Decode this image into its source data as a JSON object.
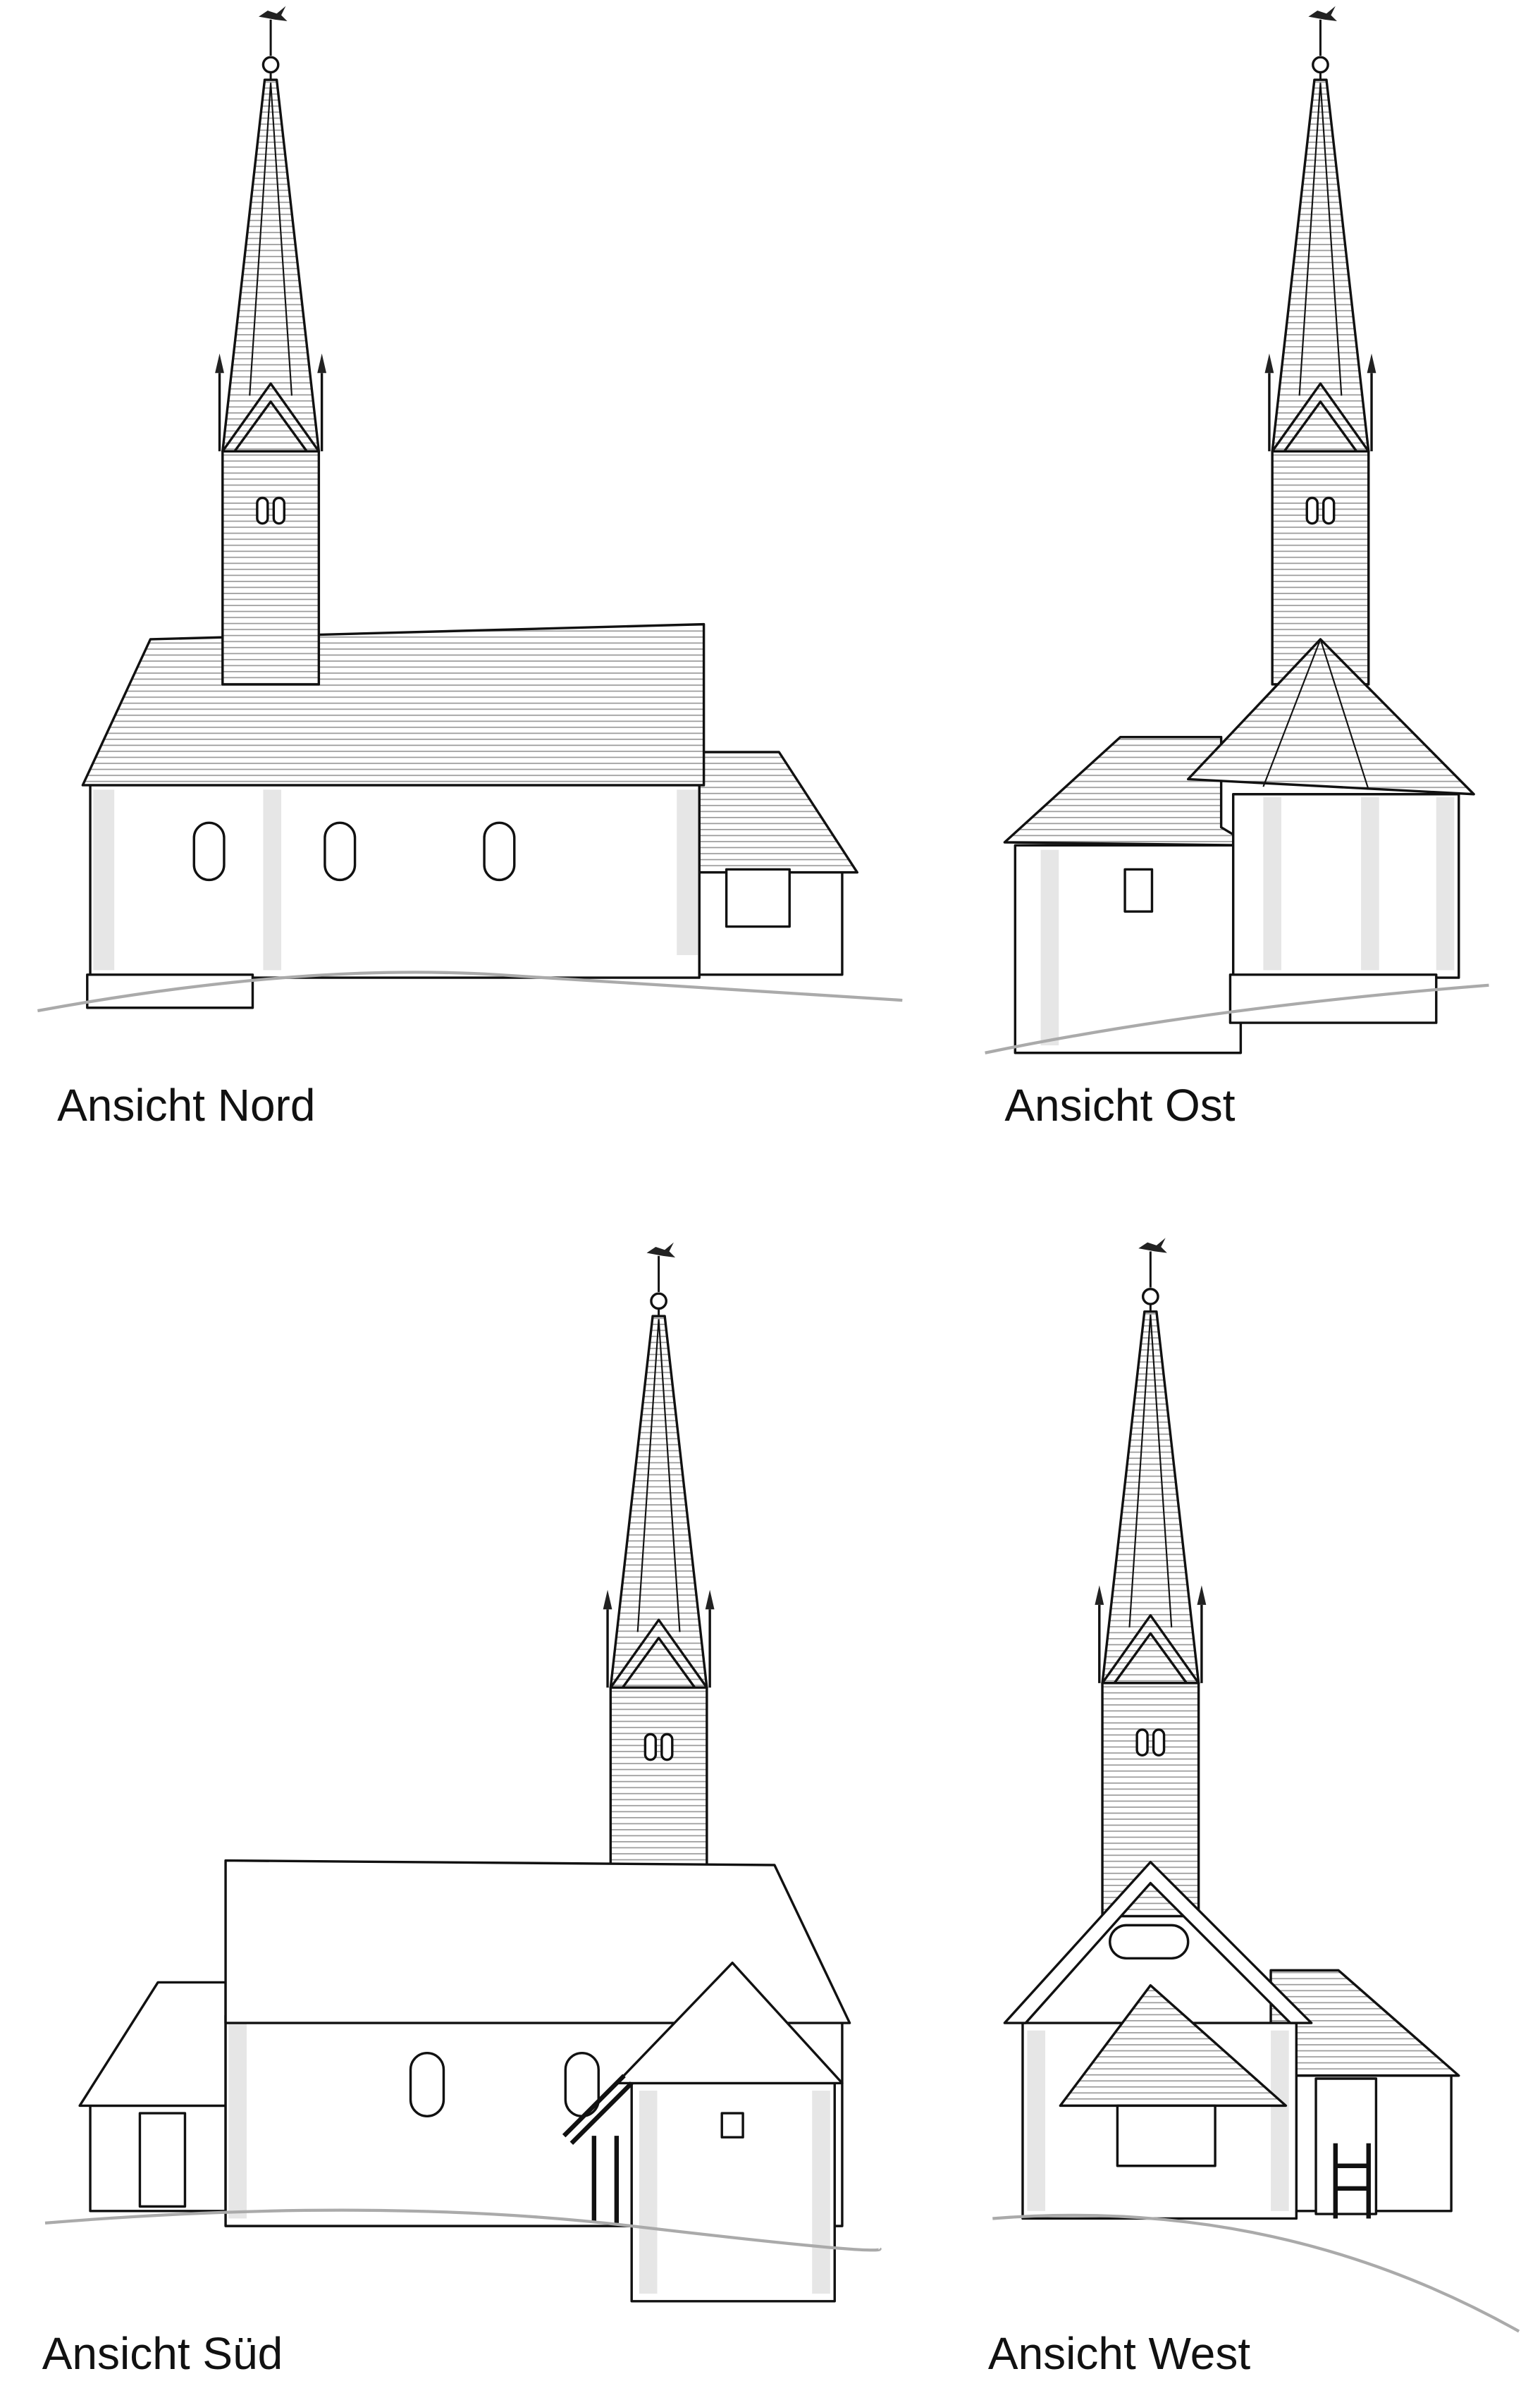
{
  "views": [
    {
      "label": "Ansicht Nord"
    },
    {
      "label": "Ansicht Ost"
    },
    {
      "label": "Ansicht Süd"
    },
    {
      "label": "Ansicht West"
    }
  ],
  "colors": {
    "line": "#111111",
    "hatch": "#9a9a9a",
    "stone": "#e6e6e6"
  }
}
